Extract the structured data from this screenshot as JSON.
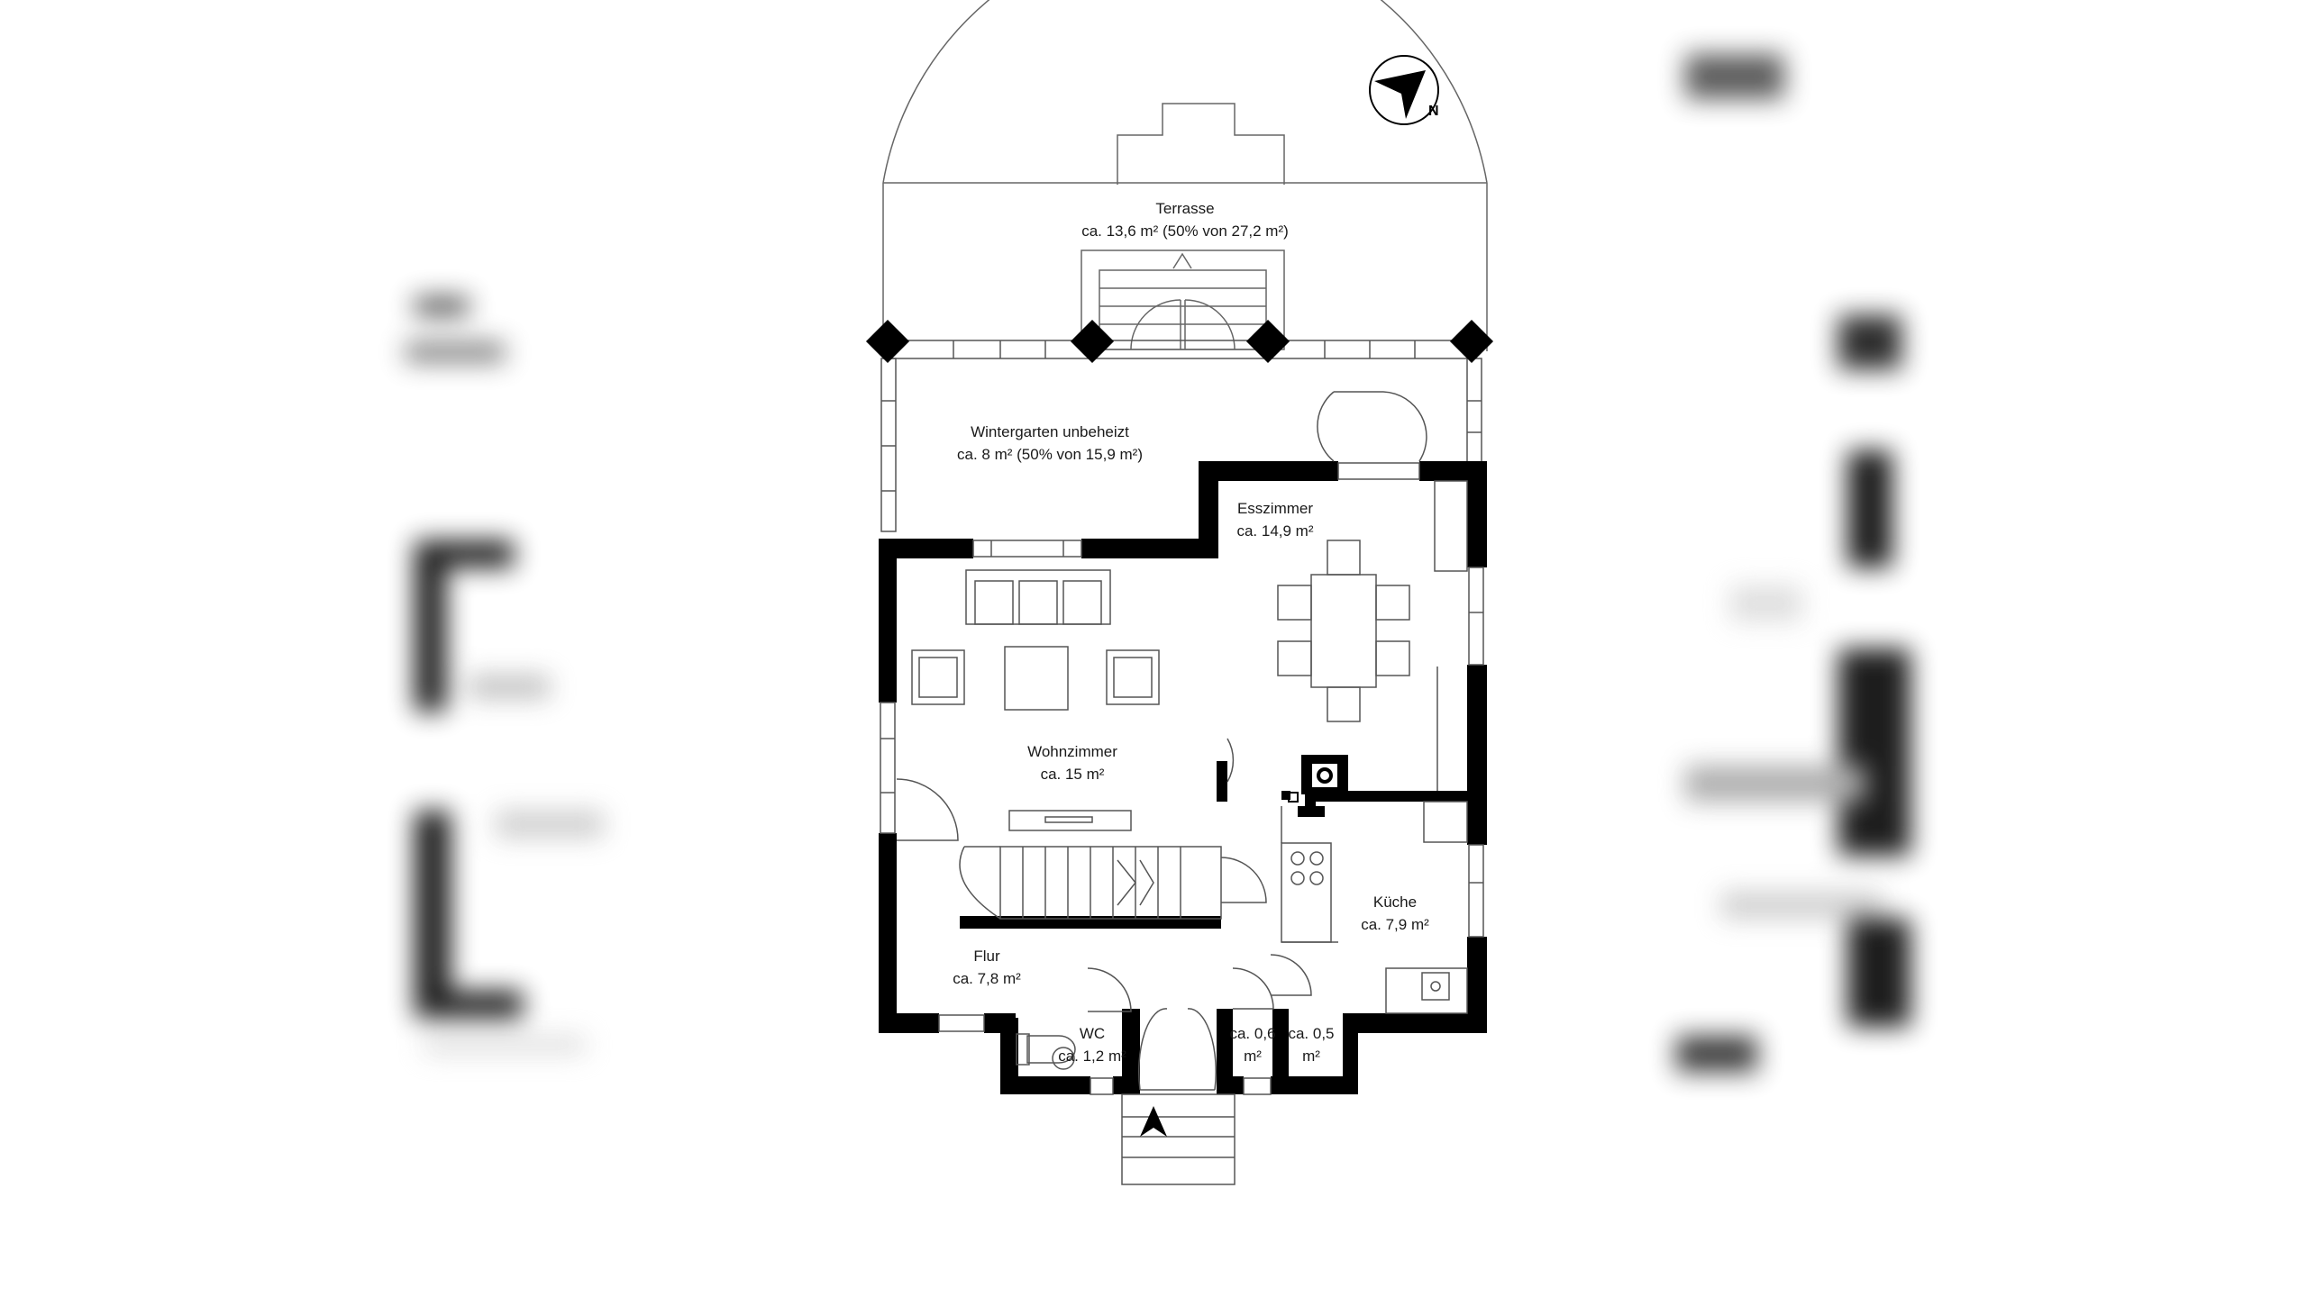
{
  "rooms": {
    "terrasse": {
      "name": "Terrasse",
      "area": "ca. 13,6 m² (50% von 27,2 m²)"
    },
    "wintergarten": {
      "name": "Wintergarten unbeheizt",
      "area": "ca. 8 m² (50% von 15,9 m²)"
    },
    "esszimmer": {
      "name": "Esszimmer",
      "area": "ca. 14,9 m²"
    },
    "wohnzimmer": {
      "name": "Wohnzimmer",
      "area": "ca. 15 m²"
    },
    "kueche": {
      "name": "Küche",
      "area": "ca. 7,9 m²"
    },
    "flur": {
      "name": "Flur",
      "area": "ca. 7,8 m²"
    },
    "wc": {
      "name": "WC",
      "area": "ca. 1,2 m²"
    },
    "abstell1": {
      "line1": "ca. 0,6",
      "line2": "m²"
    },
    "abstell2": {
      "line1": "ca. 0,5",
      "line2": "m²"
    }
  },
  "compass": {
    "label": "N"
  },
  "colors": {
    "wall": "#000000",
    "line": "#555555",
    "background": "#ffffff"
  }
}
